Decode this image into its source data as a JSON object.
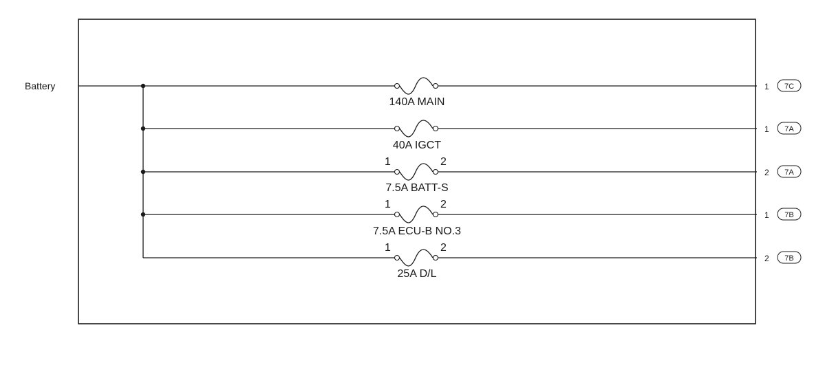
{
  "battery_label": "Battery",
  "circuits": [
    {
      "fuse": "140A MAIN",
      "pin_in": "",
      "pin_out": "",
      "conn_pin": "1",
      "connector": "7C"
    },
    {
      "fuse": "40A IGCT",
      "pin_in": "",
      "pin_out": "",
      "conn_pin": "1",
      "connector": "7A"
    },
    {
      "fuse": "7.5A BATT-S",
      "pin_in": "1",
      "pin_out": "2",
      "conn_pin": "2",
      "connector": "7A"
    },
    {
      "fuse": "7.5A ECU-B NO.3",
      "pin_in": "1",
      "pin_out": "2",
      "conn_pin": "1",
      "connector": "7B"
    },
    {
      "fuse": "25A D/L",
      "pin_in": "1",
      "pin_out": "2",
      "conn_pin": "2",
      "connector": "7B"
    }
  ]
}
